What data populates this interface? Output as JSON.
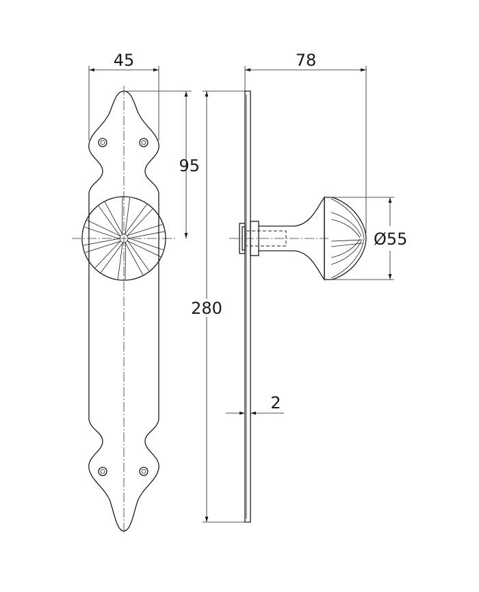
{
  "title": "Door knob on backplate - dimensioned drawing",
  "dimensions": {
    "plate_width": "45",
    "knob_projection": "78",
    "knob_center_from_top": "95",
    "plate_height": "280",
    "plate_thickness": "2",
    "knob_diameter": "Ø55"
  }
}
